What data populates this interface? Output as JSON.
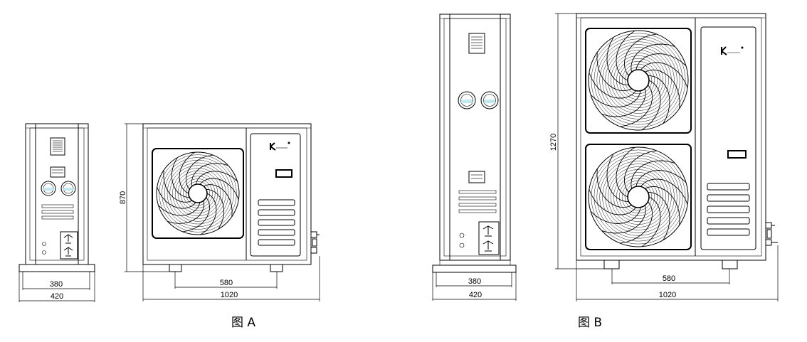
{
  "figure_a": {
    "caption": "图 A",
    "side_view": {
      "width_inner": "380",
      "width_outer": "420"
    },
    "front_view": {
      "height": "870",
      "width": "1020",
      "feet_spacing": "580"
    }
  },
  "figure_b": {
    "caption": "图 B",
    "side_view": {
      "width_inner": "380",
      "width_outer": "420"
    },
    "front_view": {
      "height": "1270",
      "width": "1020",
      "feet_spacing": "580"
    }
  },
  "icons": {
    "fan": "fan-icon",
    "logo": "brand-logo-icon",
    "valve": "service-valve-icon",
    "gauge": "pressure-gauge-icon",
    "nameplate": "nameplate-icon"
  }
}
